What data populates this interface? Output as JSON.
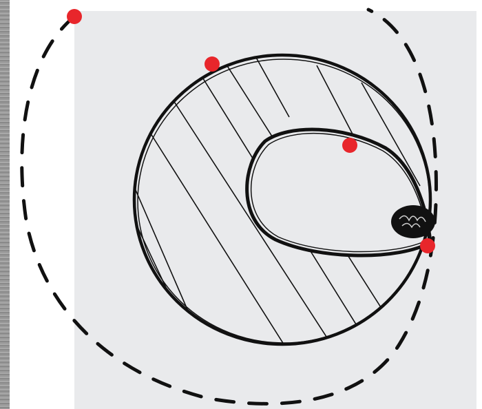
{
  "diagram": {
    "colors": {
      "background": "#ffffff",
      "panel": "#e9eaec",
      "ink": "#111111",
      "point": "#e8262b"
    },
    "elements": {
      "outer_curve": "dashed",
      "large_circle": "solid-hatched",
      "inner_loop": "solid",
      "small_ellipse": "filled-scribble"
    },
    "points": [
      "outer-top-point",
      "circle-top-point",
      "inner-loop-point",
      "tangent-point"
    ]
  }
}
